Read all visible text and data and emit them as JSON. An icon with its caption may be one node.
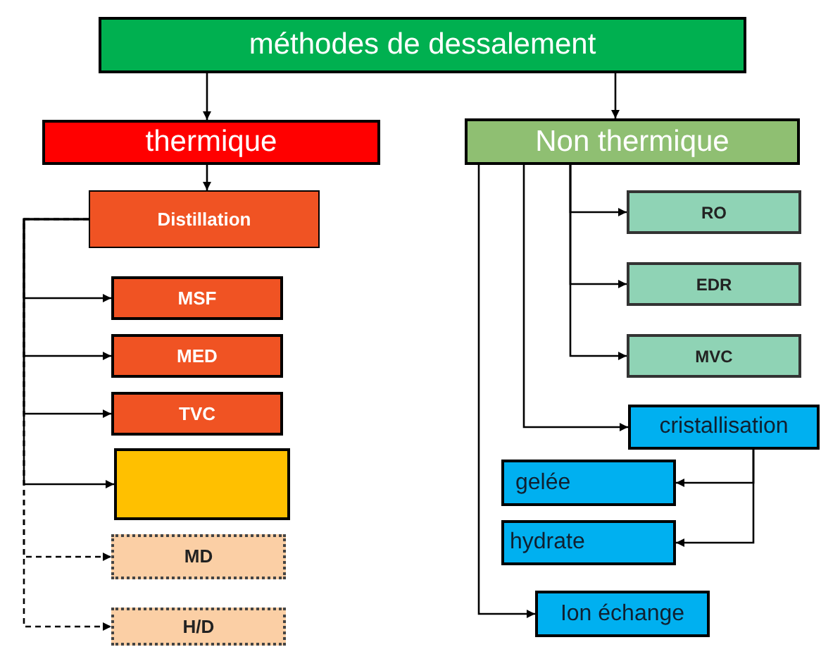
{
  "diagram": {
    "nodes": [
      {
        "text": [
          "méthodes de dessalement"
        ]
      },
      {
        "text": [
          "thermique"
        ]
      },
      {
        "text": [
          "Non thermique"
        ]
      },
      {
        "text": [
          "Distillation"
        ]
      },
      {
        "text": [
          "MSF"
        ]
      },
      {
        "text": [
          "MED"
        ]
      },
      {
        "text": [
          "TVC"
        ]
      },
      {
        "text": [],
        "shape": "box"
      },
      {
        "text": [
          "MD"
        ]
      },
      {
        "text": [
          "H/D"
        ]
      },
      {
        "text": [
          "RO"
        ]
      },
      {
        "text": [
          "EDR"
        ]
      },
      {
        "text": [
          "MVC"
        ]
      },
      {
        "text": [
          "cristallisation"
        ]
      },
      {
        "text": [
          "gelée"
        ]
      },
      {
        "text": [
          "hydrate"
        ]
      },
      {
        "text": [
          "Ion échange"
        ]
      }
    ],
    "edges": [
      {
        "from": 0,
        "to": 1,
        "arrow": "to"
      },
      {
        "from": 0,
        "to": 2,
        "arrow": "to"
      },
      {
        "from": 1,
        "to": 3,
        "arrow": "to"
      },
      {
        "from": 3,
        "to": 4,
        "arrow": "to"
      },
      {
        "from": 3,
        "to": 5,
        "arrow": "to"
      },
      {
        "from": 3,
        "to": 6,
        "arrow": "to"
      },
      {
        "from": 3,
        "to": 7,
        "arrow": "to"
      },
      {
        "from": 3,
        "to": 8,
        "arrow": "to",
        "style": "dashed"
      },
      {
        "from": 3,
        "to": 9,
        "arrow": "to",
        "style": "dashed"
      },
      {
        "from": 2,
        "to": 10,
        "arrow": "to"
      },
      {
        "from": 2,
        "to": 11,
        "arrow": "to"
      },
      {
        "from": 2,
        "to": 12,
        "arrow": "to"
      },
      {
        "from": 2,
        "to": 13,
        "arrow": "to"
      },
      {
        "from": 2,
        "to": 16,
        "arrow": "to"
      },
      {
        "from": 13,
        "to": 14,
        "arrow": "to"
      },
      {
        "from": 13,
        "to": 15,
        "arrow": "to"
      }
    ]
  }
}
